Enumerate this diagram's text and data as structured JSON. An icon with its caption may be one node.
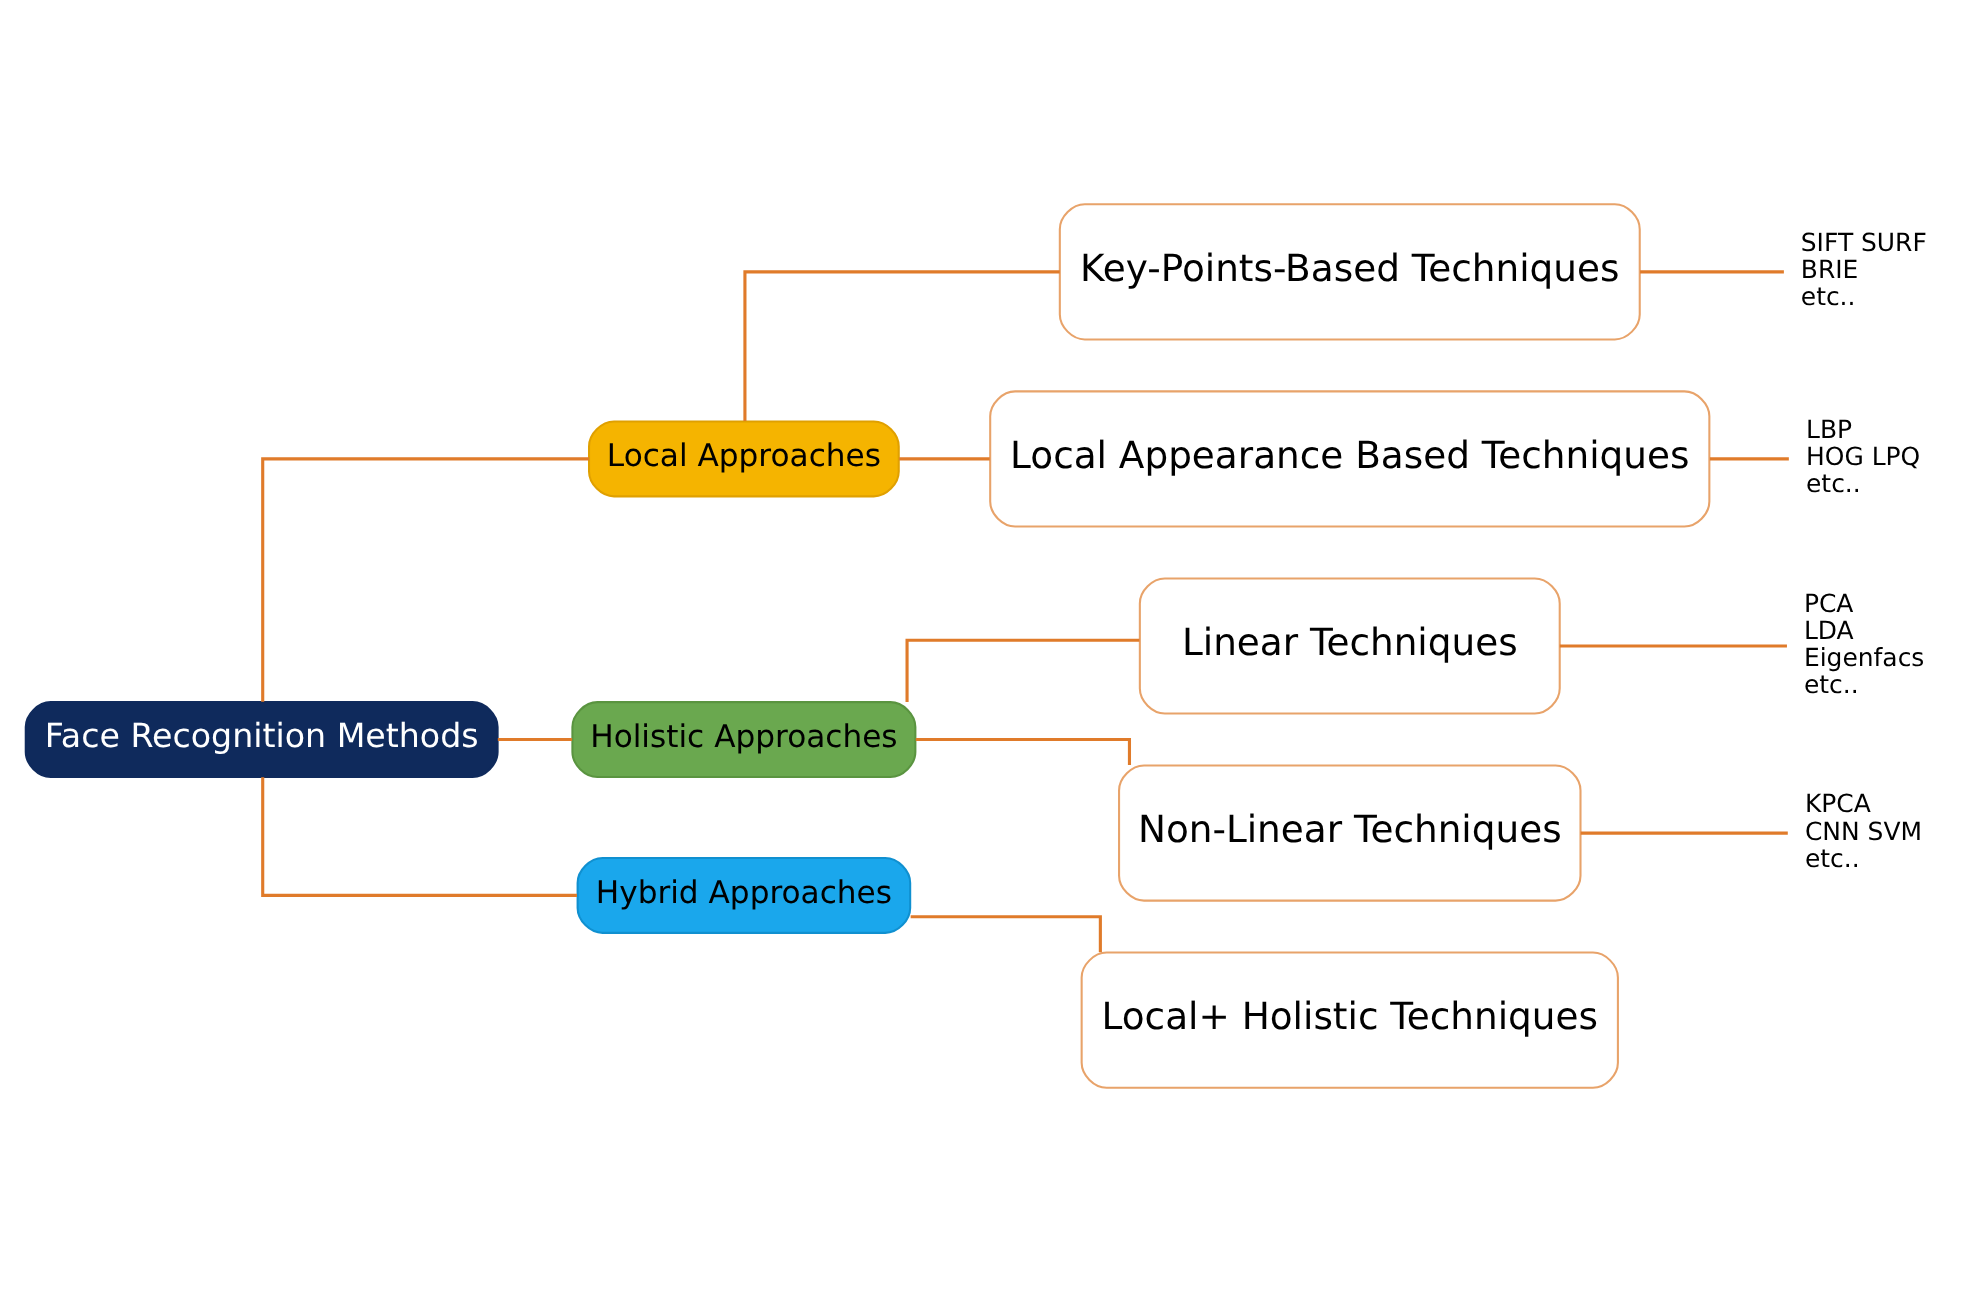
{
  "diagram": {
    "nodes": [
      {
        "text": [
          "Face Recognition Methods"
        ]
      },
      {
        "text": [
          "Local Approaches"
        ]
      },
      {
        "text": [
          "Holistic Approaches"
        ]
      },
      {
        "text": [
          "Hybrid Approaches"
        ]
      },
      {
        "text": [
          "Key-Points-Based Techniques"
        ]
      },
      {
        "text": [
          "Local Appearance Based Techniques"
        ]
      },
      {
        "text": [
          "Linear Techniques"
        ]
      },
      {
        "text": [
          "Non-Linear Techniques"
        ]
      },
      {
        "text": [
          "Local+ Holistic Techniques"
        ]
      },
      {
        "text": [
          "SIFT SURF",
          "BRIE",
          "etc.."
        ]
      },
      {
        "text": [
          "LBP",
          "HOG LPQ",
          "etc.."
        ]
      },
      {
        "text": [
          "PCA",
          "LDA",
          "Eigenfacs",
          "etc.."
        ]
      },
      {
        "text": [
          "KPCA",
          "CNN SVM",
          "etc.."
        ]
      }
    ],
    "edges": [
      {
        "from": 0,
        "to": 1,
        "arrow": "none"
      },
      {
        "from": 0,
        "to": 2,
        "arrow": "none"
      },
      {
        "from": 0,
        "to": 3,
        "arrow": "none"
      },
      {
        "from": 1,
        "to": 4,
        "arrow": "none"
      },
      {
        "from": 1,
        "to": 5,
        "arrow": "none"
      },
      {
        "from": 2,
        "to": 6,
        "arrow": "none"
      },
      {
        "from": 2,
        "to": 7,
        "arrow": "none"
      },
      {
        "from": 3,
        "to": 8,
        "arrow": "none"
      },
      {
        "from": 4,
        "to": 9,
        "arrow": "none"
      },
      {
        "from": 5,
        "to": 10,
        "arrow": "none"
      },
      {
        "from": 6,
        "to": 11,
        "arrow": "none"
      },
      {
        "from": 7,
        "to": 12,
        "arrow": "none"
      }
    ]
  }
}
